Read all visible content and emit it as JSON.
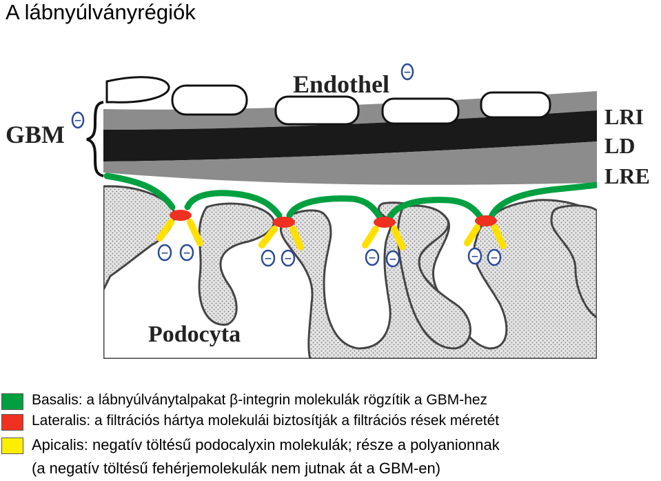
{
  "title": "A lábnyúlványrégiók",
  "diagram": {
    "labels": {
      "endothel": "Endothel",
      "gbm": "GBM",
      "lri": "LRI",
      "ld": "LD",
      "lre": "LRE",
      "podocyta": "Podocyta",
      "minus": "−"
    }
  },
  "legend": {
    "colors": {
      "green": "#00a040",
      "red": "#f03020",
      "yellow": "#ffee00"
    },
    "basalis": "Basalis: a lábnyúlványtalpakat β-integrin molekulák rögzítik a GBM-hez",
    "lateralis": "Lateralis: a filtrációs hártya molekulái biztosítják a filtrációs rések méretét",
    "apicalis": "Apicalis: negatív töltésű podocalyxin molekulák; része a polyanionnak",
    "apicalis_cont": "(a negatív töltésű fehérjemolekulák nem jutnak át a GBM-en)"
  }
}
